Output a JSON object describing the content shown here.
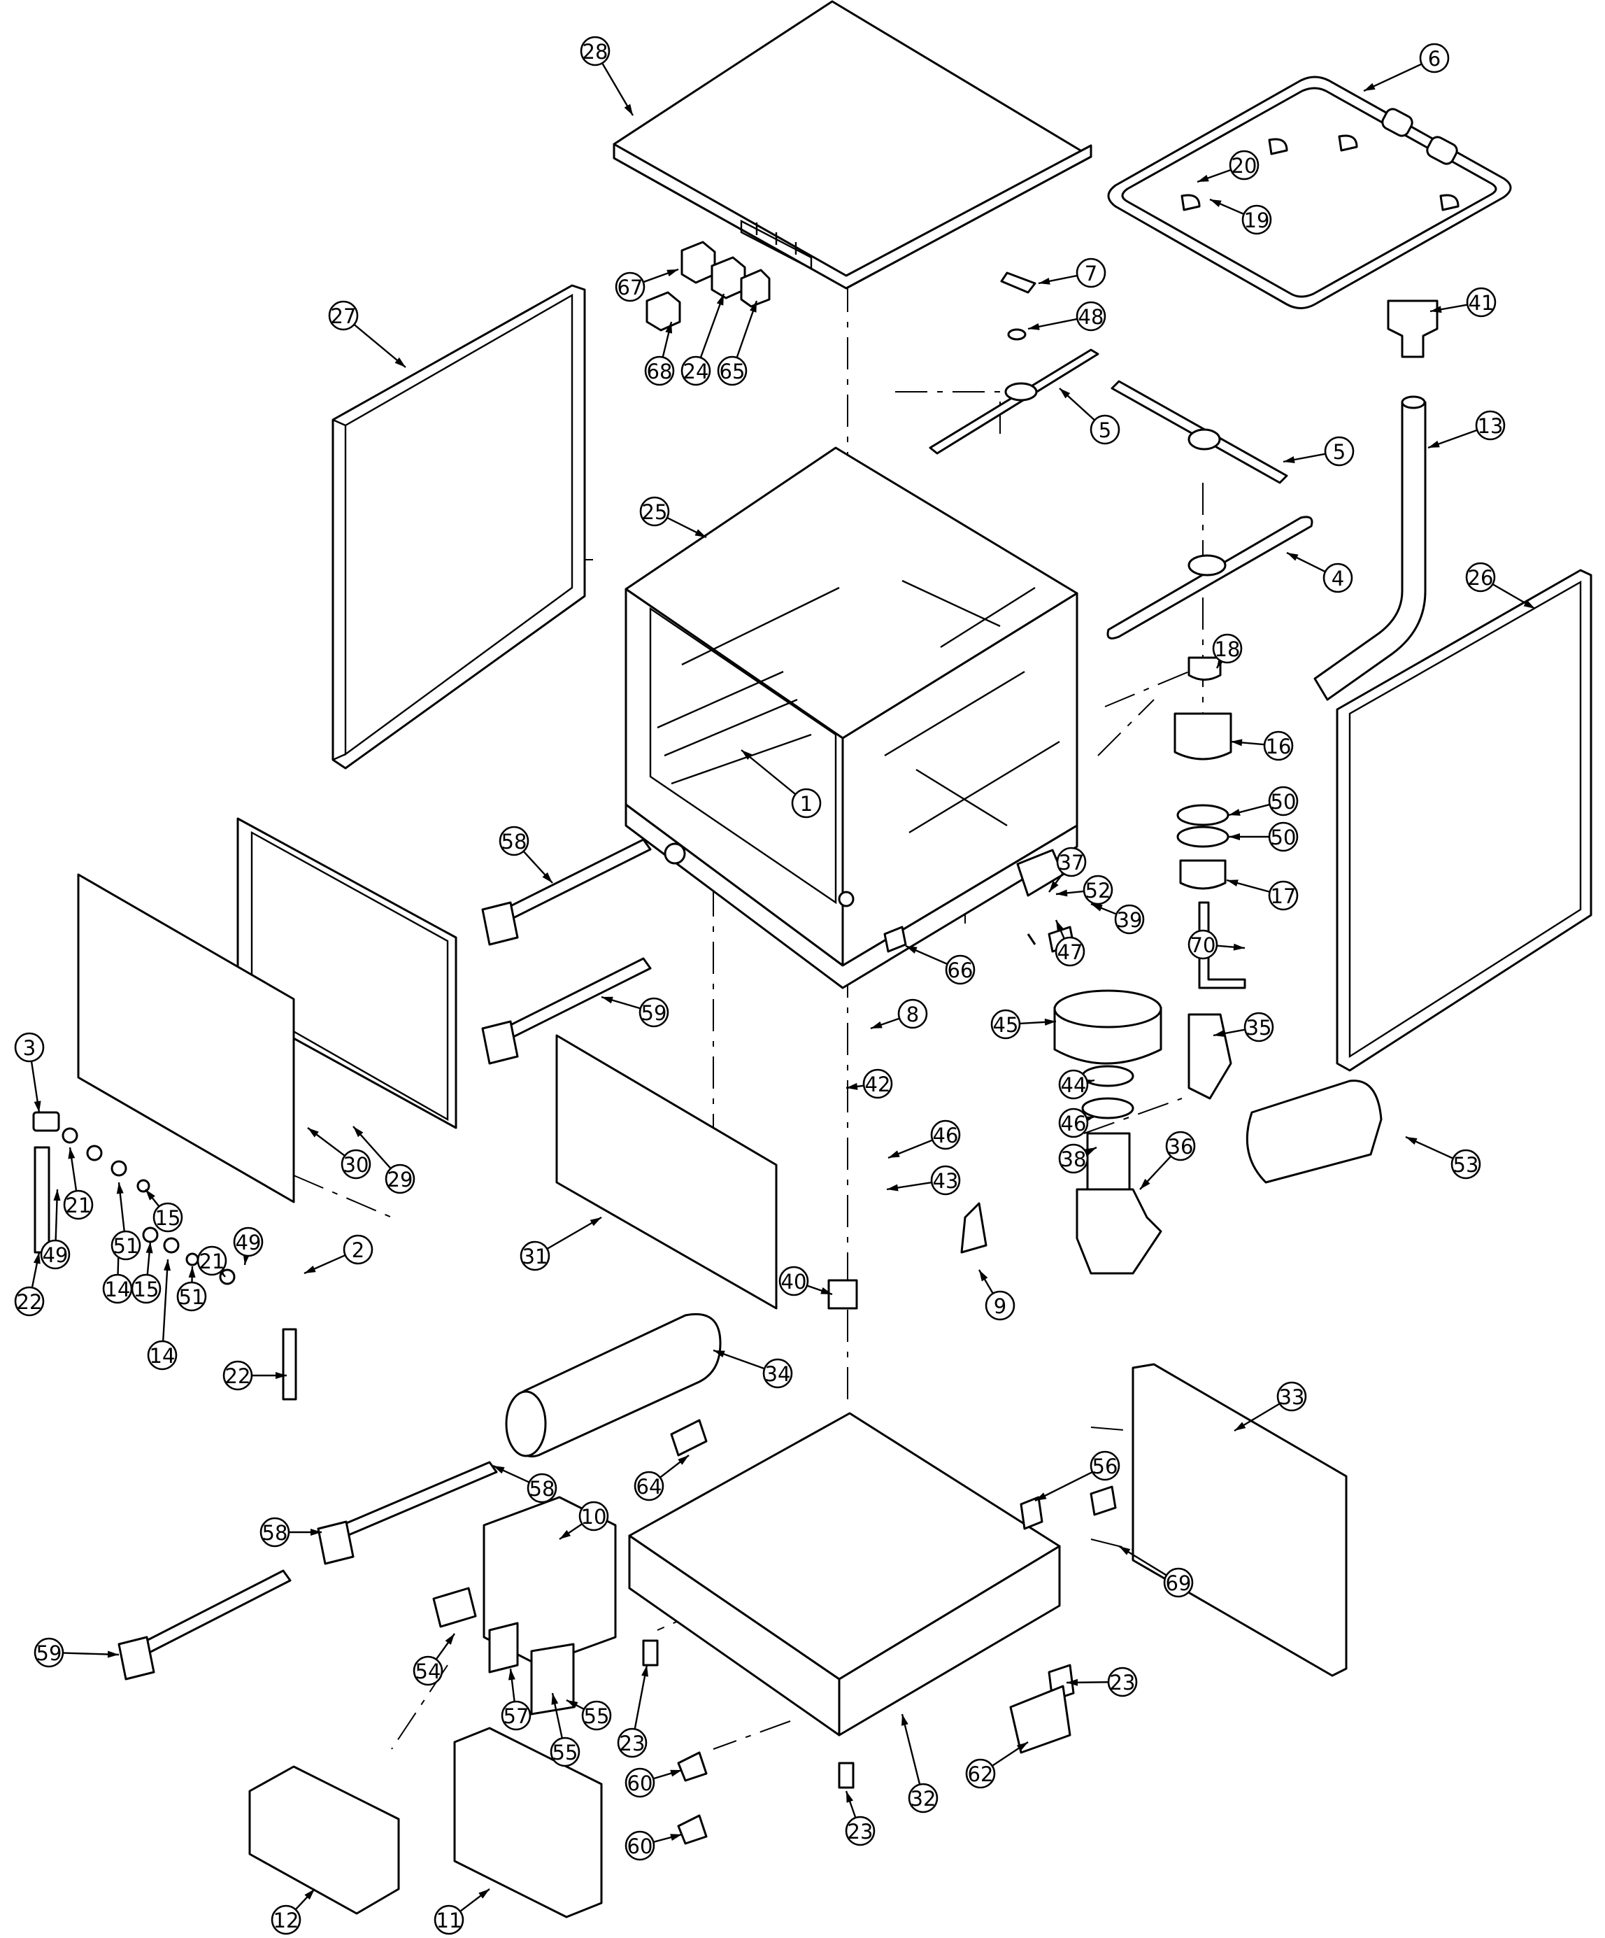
{
  "colors": {
    "line": "#000000",
    "paper": "#ffffff"
  },
  "callouts": [
    {
      "label": "28"
    },
    {
      "label": "6"
    },
    {
      "label": "20"
    },
    {
      "label": "19"
    },
    {
      "label": "7"
    },
    {
      "label": "67"
    },
    {
      "label": "48"
    },
    {
      "label": "41"
    },
    {
      "label": "27"
    },
    {
      "label": "68"
    },
    {
      "label": "24"
    },
    {
      "label": "65"
    },
    {
      "label": "5"
    },
    {
      "label": "5"
    },
    {
      "label": "13"
    },
    {
      "label": "25"
    },
    {
      "label": "4"
    },
    {
      "label": "26"
    },
    {
      "label": "18"
    },
    {
      "label": "16"
    },
    {
      "label": "1"
    },
    {
      "label": "50"
    },
    {
      "label": "50"
    },
    {
      "label": "58"
    },
    {
      "label": "37"
    },
    {
      "label": "52"
    },
    {
      "label": "17"
    },
    {
      "label": "39"
    },
    {
      "label": "47"
    },
    {
      "label": "66"
    },
    {
      "label": "70"
    },
    {
      "label": "8"
    },
    {
      "label": "59"
    },
    {
      "label": "45"
    },
    {
      "label": "35"
    },
    {
      "label": "3"
    },
    {
      "label": "42"
    },
    {
      "label": "44"
    },
    {
      "label": "46"
    },
    {
      "label": "30"
    },
    {
      "label": "29"
    },
    {
      "label": "46"
    },
    {
      "label": "38"
    },
    {
      "label": "36"
    },
    {
      "label": "53"
    },
    {
      "label": "43"
    },
    {
      "label": "21"
    },
    {
      "label": "51"
    },
    {
      "label": "15"
    },
    {
      "label": "21"
    },
    {
      "label": "49"
    },
    {
      "label": "2"
    },
    {
      "label": "31"
    },
    {
      "label": "40"
    },
    {
      "label": "22"
    },
    {
      "label": "49"
    },
    {
      "label": "14"
    },
    {
      "label": "15"
    },
    {
      "label": "51"
    },
    {
      "label": "9"
    },
    {
      "label": "14"
    },
    {
      "label": "34"
    },
    {
      "label": "22"
    },
    {
      "label": "33"
    },
    {
      "label": "64"
    },
    {
      "label": "58"
    },
    {
      "label": "56"
    },
    {
      "label": "10"
    },
    {
      "label": "58"
    },
    {
      "label": "69"
    },
    {
      "label": "59"
    },
    {
      "label": "54"
    },
    {
      "label": "23"
    },
    {
      "label": "57"
    },
    {
      "label": "55"
    },
    {
      "label": "23"
    },
    {
      "label": "55"
    },
    {
      "label": "62"
    },
    {
      "label": "32"
    },
    {
      "label": "60"
    },
    {
      "label": "60"
    },
    {
      "label": "23"
    },
    {
      "label": "12"
    },
    {
      "label": "11"
    }
  ]
}
